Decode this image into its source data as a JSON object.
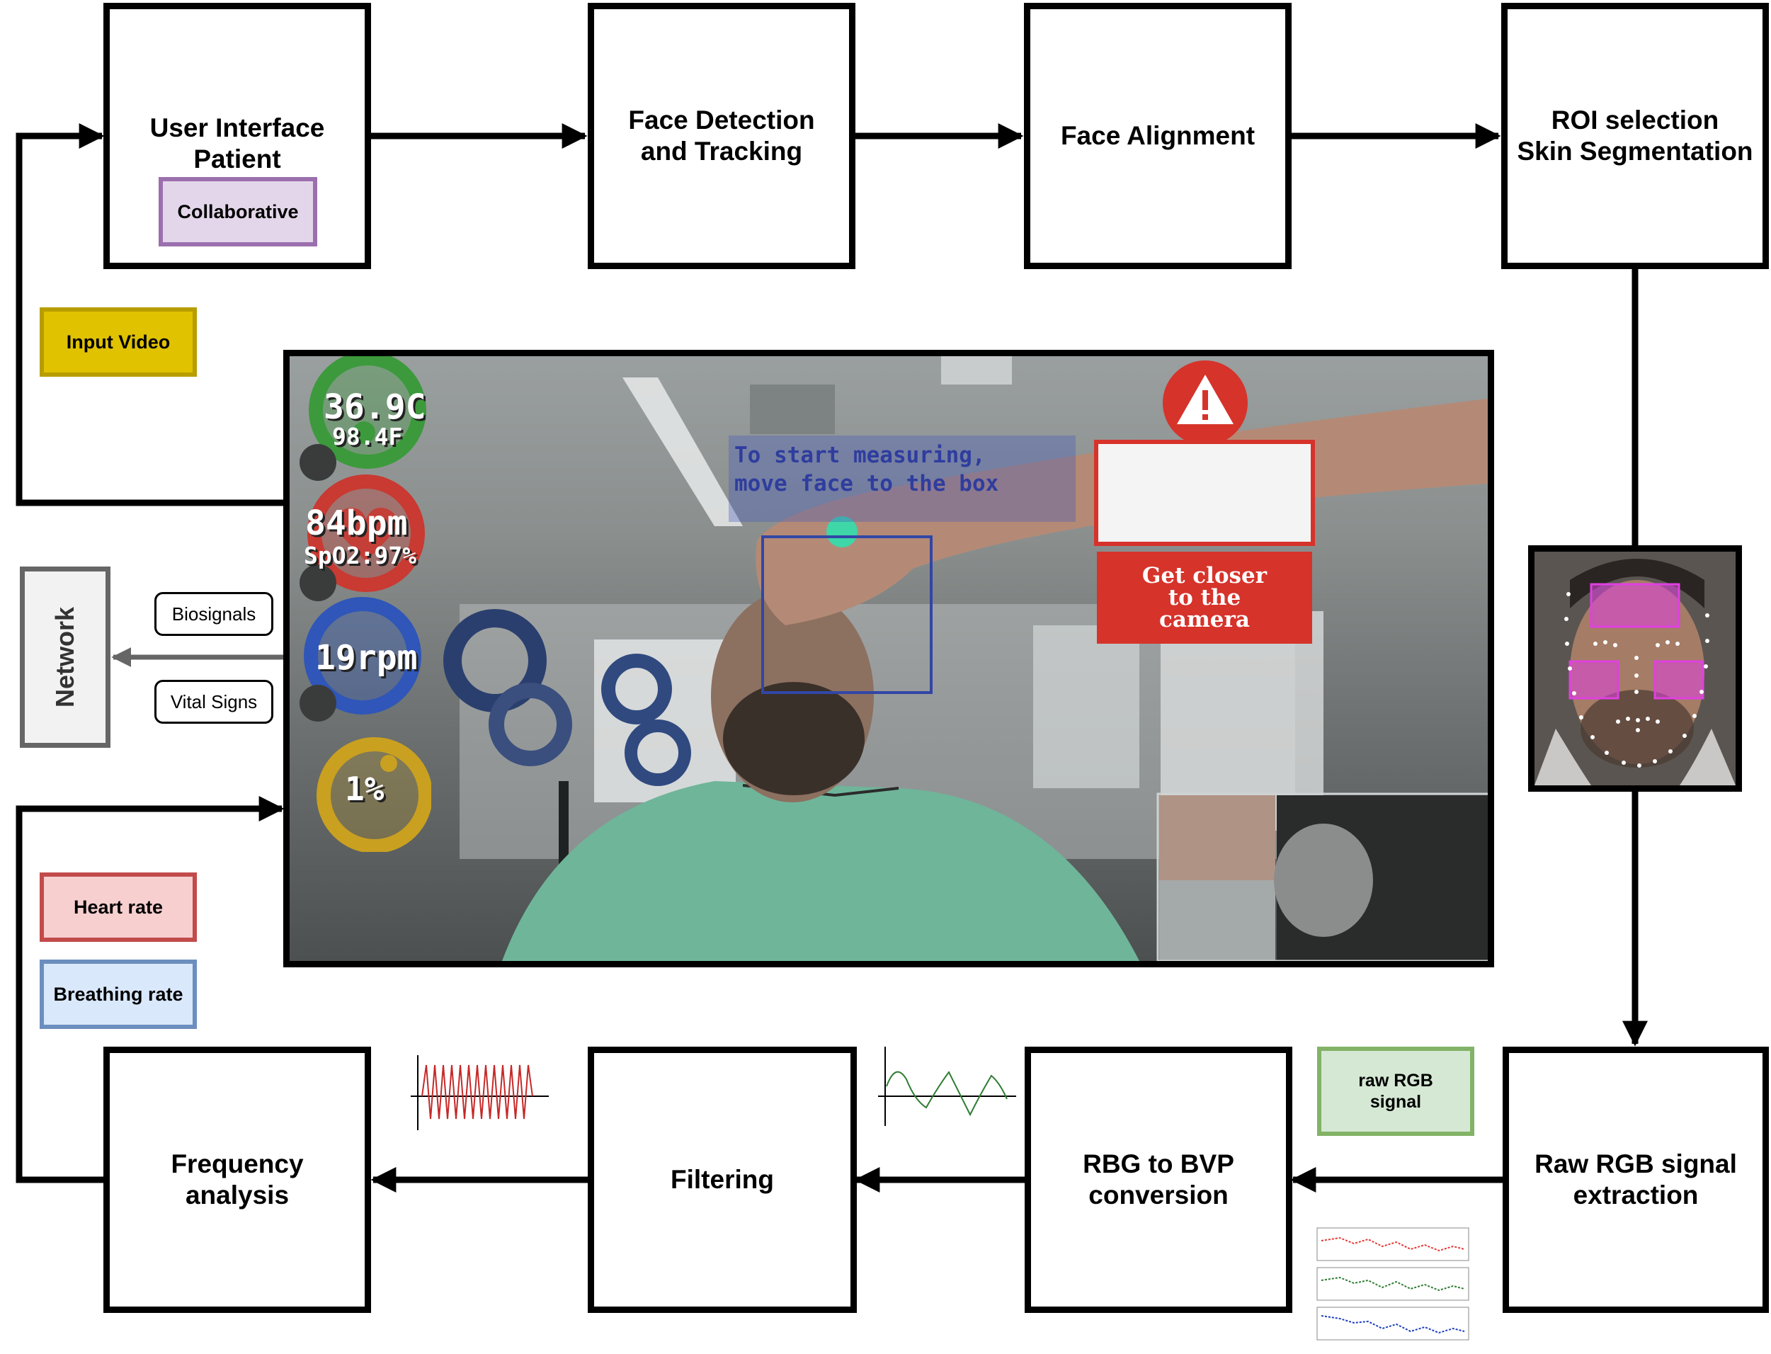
{
  "boxes": {
    "user_interface": "User Interface\nPatient",
    "face_detection": "Face Detection\nand Tracking",
    "face_alignment": "Face Alignment",
    "roi_selection": "ROI selection\nSkin Segmentation",
    "raw_rgb": "Raw RGB signal\nextraction",
    "rgb_bvp": "RBG to BVP\nconversion",
    "filtering": "Filtering",
    "frequency": "Frequency\nanalysis"
  },
  "tags": {
    "collaborative": "Collaborative",
    "input_video": "Input Video",
    "heart_rate": "Heart rate",
    "breathing_rate": "Breathing rate",
    "raw_rgb_signal": "raw RGB\nsignal"
  },
  "network": {
    "label": "Network",
    "biosignals": "Biosignals",
    "vital_signs": "Vital Signs"
  },
  "screenshot": {
    "temperature_c": "36.9C",
    "temperature_f": "98.4F",
    "heart_rate": "84bpm",
    "spo2": "SpO2:97%",
    "respiration": "19rpm",
    "percent": "1%",
    "prompt": "To start measuring,\nmove face to the box",
    "warning": "Get closer\nto the\ncamera"
  },
  "colors": {
    "collaborative": {
      "border": "#9b6fae",
      "fill": "#e3d6ea"
    },
    "input_video": {
      "border": "#b79d00",
      "fill": "#e0c200"
    },
    "heart_rate": {
      "border": "#c24b4b",
      "fill": "#f8cfcf"
    },
    "breathing_rate": {
      "border": "#6c8ebf",
      "fill": "#dae8fc"
    },
    "raw_rgb_signal": {
      "border": "#82b366",
      "fill": "#d5e8d4"
    },
    "network": {
      "border": "#666666",
      "fill": "#f2f2f2"
    },
    "temperature_ring": "#3c9a3c",
    "heart_ring": "#c83a32",
    "lung_ring": "#2f56b8",
    "percent_ring": "#c9a020",
    "roi_overlay": "#e040e0"
  },
  "icons": {
    "warning": "warning-triangle-icon",
    "temperature": "thermometer-icon",
    "heart": "heart-icon",
    "lungs": "lungs-icon",
    "percent": "gauge-icon"
  }
}
